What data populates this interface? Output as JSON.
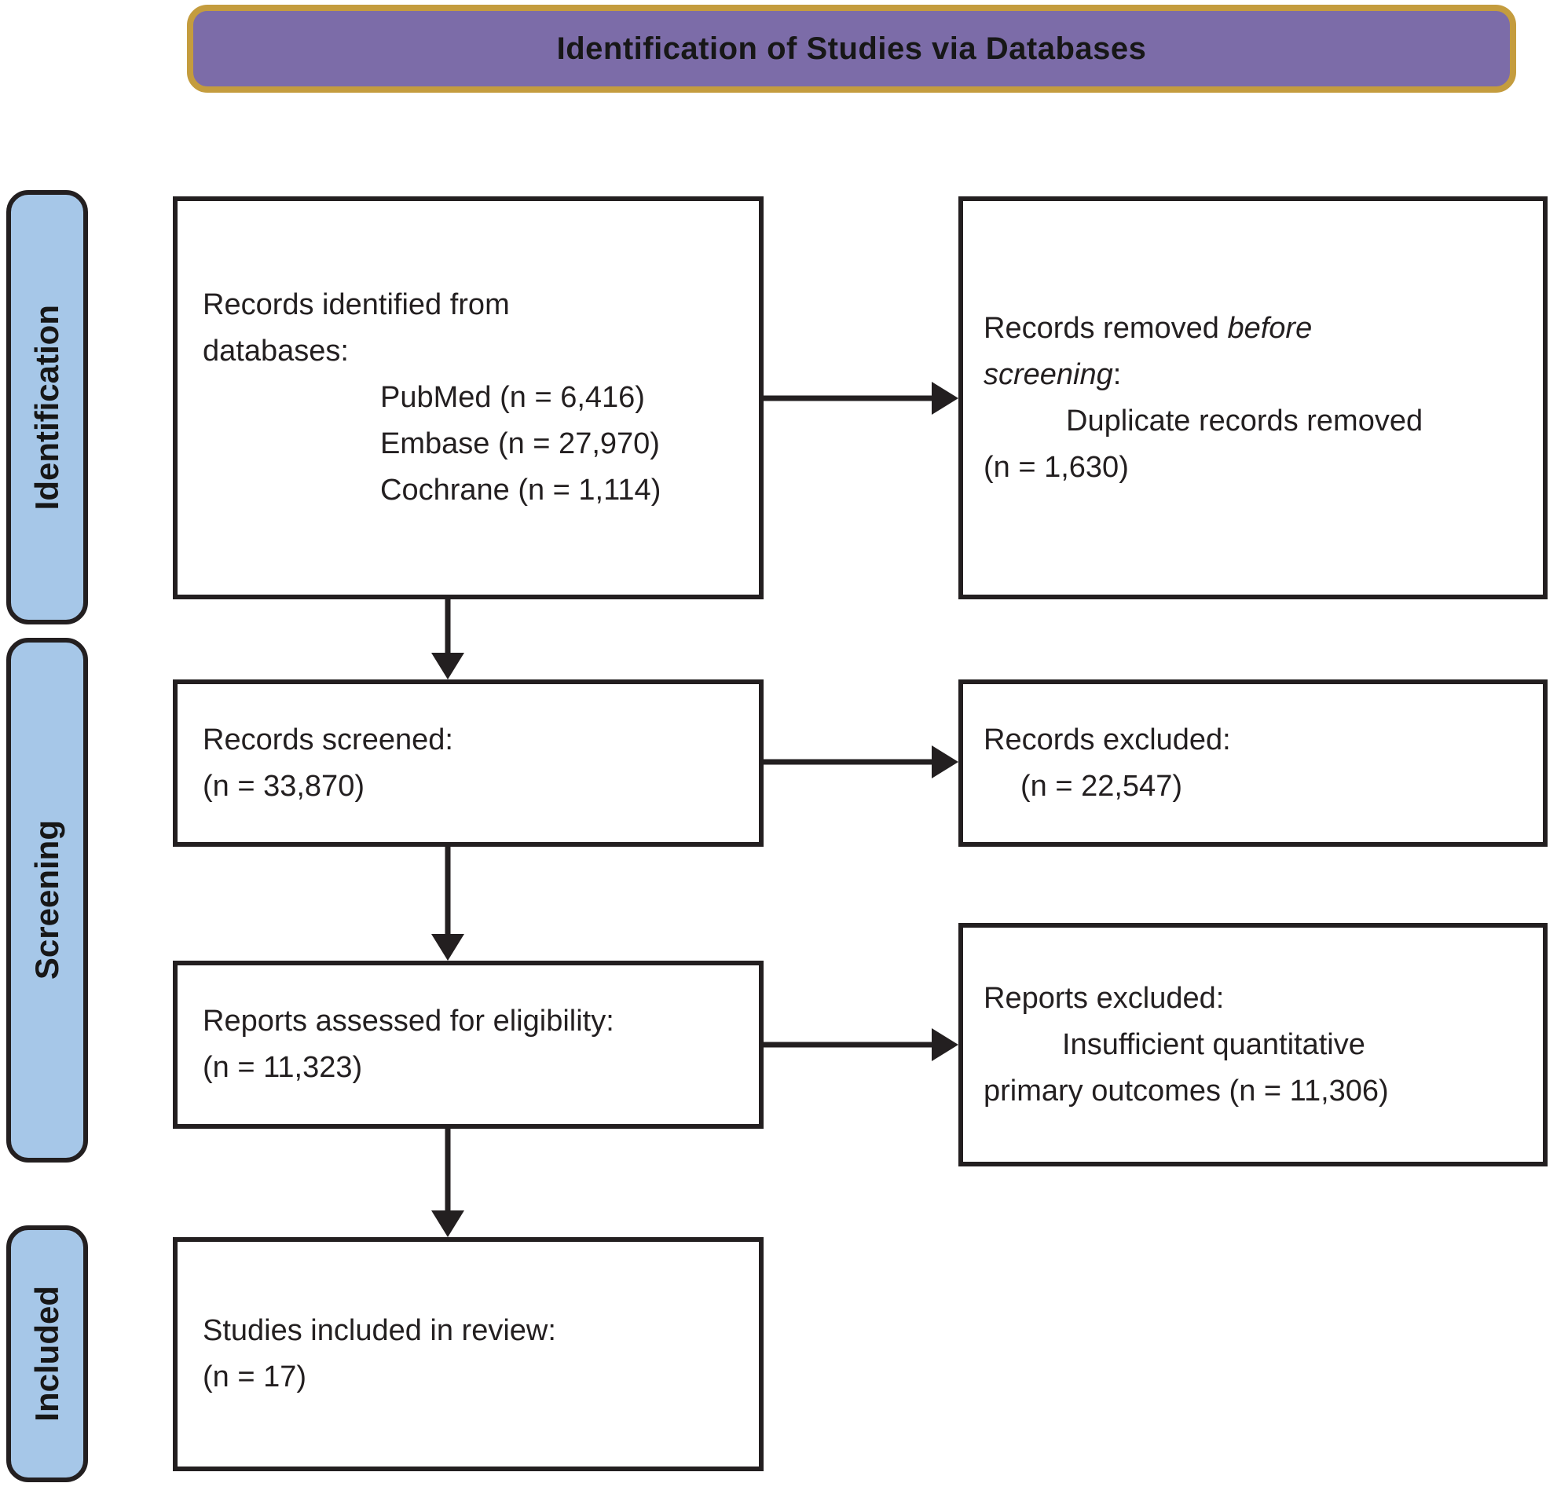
{
  "title_banner": {
    "label": "Identification of Studies via Databases"
  },
  "colors": {
    "banner_fill": "#7C6CA8",
    "banner_border": "#C49C3E",
    "stage_fill": "#A6C7E8",
    "line_color": "#231F20"
  },
  "stages": [
    {
      "id": "identification",
      "label": "Identification"
    },
    {
      "id": "screening",
      "label": "Screening"
    },
    {
      "id": "included",
      "label": "Included"
    }
  ],
  "boxes": {
    "records_identified": {
      "lines": [
        {
          "text": "Records identified from"
        },
        {
          "text": "databases:"
        },
        {
          "text": "PubMed (n = 6,416)",
          "indent": 226
        },
        {
          "text": "Embase (n = 27,970)",
          "indent": 226
        },
        {
          "text": "Cochrane (n = 1,114)",
          "indent": 226
        }
      ]
    },
    "records_removed": {
      "lines": [
        {
          "parts": [
            {
              "text": "Records removed "
            },
            {
              "text": "before",
              "italic": true
            }
          ]
        },
        {
          "parts": [
            {
              "text": "screening",
              "italic": true
            },
            {
              "text": ":"
            }
          ]
        },
        {
          "text": "Duplicate records removed",
          "indent": 105
        },
        {
          "text": "(n = 1,630)"
        }
      ]
    },
    "records_screened": {
      "lines": [
        {
          "text": "Records screened:"
        },
        {
          "text": "(n = 33,870)"
        }
      ]
    },
    "records_excluded": {
      "lines": [
        {
          "text": "Records excluded:"
        },
        {
          "text": "(n = 22,547)",
          "indent": 47
        }
      ]
    },
    "reports_assessed": {
      "lines": [
        {
          "text": "Reports assessed for eligibility:"
        },
        {
          "text": "(n = 11,323)"
        }
      ]
    },
    "reports_excluded": {
      "lines": [
        {
          "text": "Reports excluded:"
        },
        {
          "text": "Insufficient quantitative",
          "indent": 100
        },
        {
          "text": "primary outcomes (n = 11,306)"
        }
      ]
    },
    "studies_included": {
      "lines": [
        {
          "text": "Studies included in review:"
        },
        {
          "text": "(n = 17)"
        }
      ]
    }
  }
}
